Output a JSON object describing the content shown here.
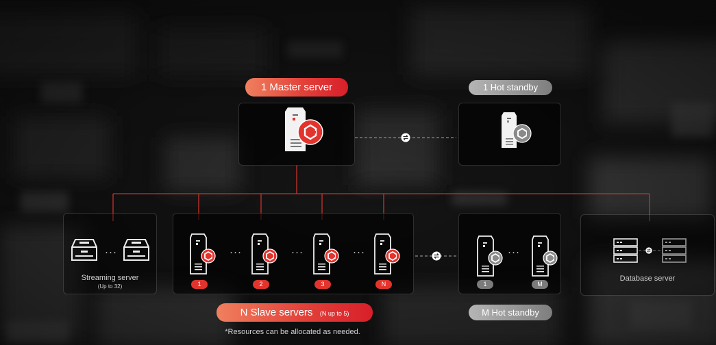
{
  "master": {
    "label": "1 Master server"
  },
  "hot_standby_top": {
    "label": "1 Hot standby"
  },
  "streaming": {
    "label": "Streaming server",
    "sublabel": "(Up to 32)"
  },
  "slaves": {
    "label": "N Slave servers",
    "sublabel": "(N up to 5)",
    "badges": [
      "1",
      "2",
      "3",
      "N"
    ]
  },
  "hot_standby_bottom": {
    "label": "M Hot standby",
    "badges": [
      "1",
      "M"
    ]
  },
  "database": {
    "label": "Database server"
  },
  "footnote": "*Resources can be allocated as needed.",
  "ellipsis": "···",
  "colors": {
    "accent_red": "#e2342d",
    "connector_red": "#c8322c",
    "standby_grey": "#7b7b7b"
  },
  "icons": [
    "server-tower-icon",
    "replication-badge-icon",
    "streaming-device-icon",
    "database-rack-icon",
    "sync-arrows-icon"
  ]
}
